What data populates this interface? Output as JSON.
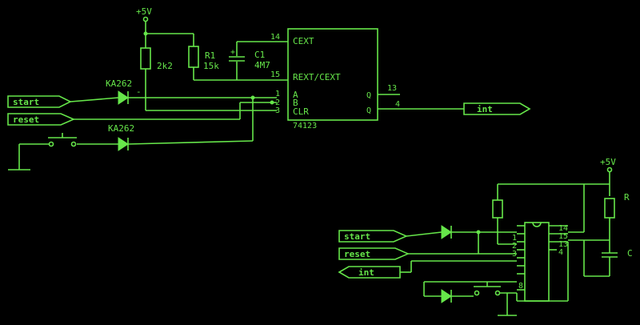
{
  "colors": {
    "background": "#000000",
    "trace": "#66e64a"
  },
  "top_circuit": {
    "supply": "+5V",
    "resistor_left_value": "2k2",
    "resistor_r1_name": "R1",
    "resistor_r1_value": "15k",
    "capacitor_c1_name": "C1",
    "capacitor_c1_value": "4M7",
    "diode_top_label": "KA262",
    "diode_bottom_label": "KA262",
    "ic": {
      "part": "74123",
      "pin_cext_num": "14",
      "pin_cext": "CEXT",
      "pin_rext_num": "15",
      "pin_rext": "REXT/CEXT",
      "pin_a_num": "1",
      "pin_a": "A",
      "pin_b_num": "2",
      "pin_b": "B",
      "pin_clr_num": "3",
      "pin_clr": "CLR",
      "pin_q_num": "13",
      "pin_q": "Q",
      "pin_qbar_num": "4",
      "pin_qbar": "Q"
    },
    "resistor_minus_mark": "-",
    "input_start": "start",
    "input_reset": "reset",
    "output": "int"
  },
  "bottom_circuit": {
    "supply": "+5V",
    "resistor_label": "R",
    "capacitor_label": "C",
    "input_start": "start",
    "input_reset": "reset",
    "output": "int",
    "pin_a": "1",
    "pin_b": "2",
    "pin_c": "3",
    "pin_d": "8",
    "pin_e": "14",
    "pin_f": "15",
    "pin_g": "13",
    "pin_h": "4"
  }
}
